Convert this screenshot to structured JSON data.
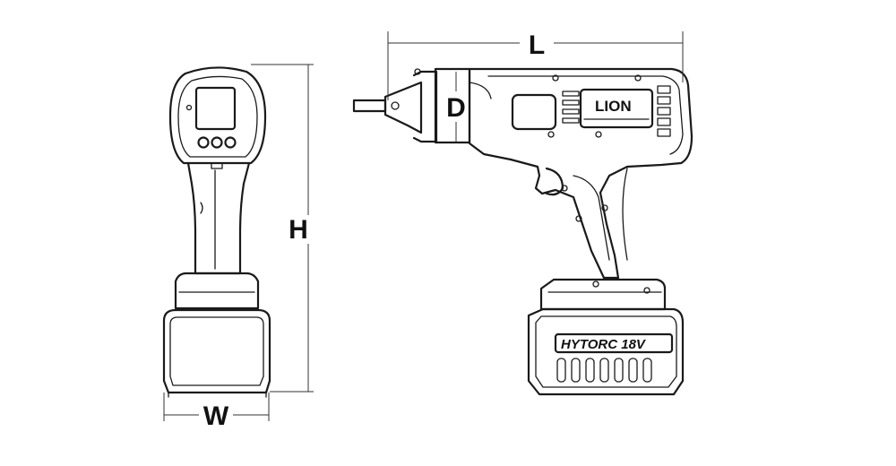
{
  "dimensions": {
    "length": "L",
    "diameter": "D",
    "height": "H",
    "width": "W"
  },
  "branding": {
    "brand_logo": "LION",
    "battery_label": "HYTORC 18V"
  },
  "colors": {
    "line": "#1a1a1a",
    "background": "#ffffff"
  }
}
